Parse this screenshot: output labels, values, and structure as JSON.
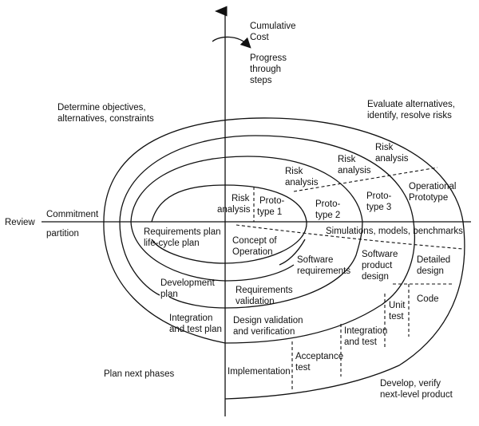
{
  "title": "Spiral model of the software process",
  "axes": {
    "vertical_label": [
      "Cumulative",
      "Cost"
    ],
    "progress_label": [
      "Progress",
      "through",
      "steps"
    ],
    "review_label": "Review",
    "commitment_label": "Commitment",
    "partition_label": "partition"
  },
  "quadrants": {
    "top_left": [
      "Determine objectives,",
      "alternatives, constraints"
    ],
    "top_right": [
      "Evaluate alternatives,",
      "identify, resolve risks"
    ],
    "bottom_left": [
      "Plan next phases"
    ],
    "bottom_right": [
      "Develop, verify",
      "next-level product"
    ]
  },
  "risk_analysis": {
    "ra1": [
      "Risk",
      "analysis"
    ],
    "ra2": [
      "Risk",
      "analysis"
    ],
    "ra3": [
      "Risk",
      "analysis"
    ],
    "ra4": [
      "Risk",
      "analysis"
    ]
  },
  "prototypes": {
    "p1": [
      "Proto-",
      "type 1"
    ],
    "p2": [
      "Proto-",
      "type 2"
    ],
    "p3": [
      "Proto-",
      "type 3"
    ],
    "operational": [
      "Operational",
      "Prototype"
    ]
  },
  "simulations": "Simulations, models, benchmarks",
  "planning": {
    "req_plan": [
      "Requirements plan",
      "life-cycle plan"
    ],
    "dev_plan": [
      "Development",
      "plan"
    ],
    "int_plan": [
      "Integration",
      "and test plan"
    ]
  },
  "development": {
    "concept": [
      "Concept of",
      "Operation"
    ],
    "sw_req": [
      "Software",
      "requirements"
    ],
    "req_validation": [
      "Requirements",
      "validation"
    ],
    "sw_product_design": [
      "Software",
      "product",
      "design"
    ],
    "design_validation": [
      "Design validation",
      "and verification"
    ],
    "detailed_design": [
      "Detailed",
      "design"
    ],
    "code": [
      "Code"
    ],
    "unit_test": [
      "Unit",
      "test"
    ],
    "integration_test": [
      "Integration",
      "and test"
    ],
    "acceptance_test": [
      "Acceptance",
      "test"
    ],
    "implementation": [
      "Implementation"
    ]
  }
}
